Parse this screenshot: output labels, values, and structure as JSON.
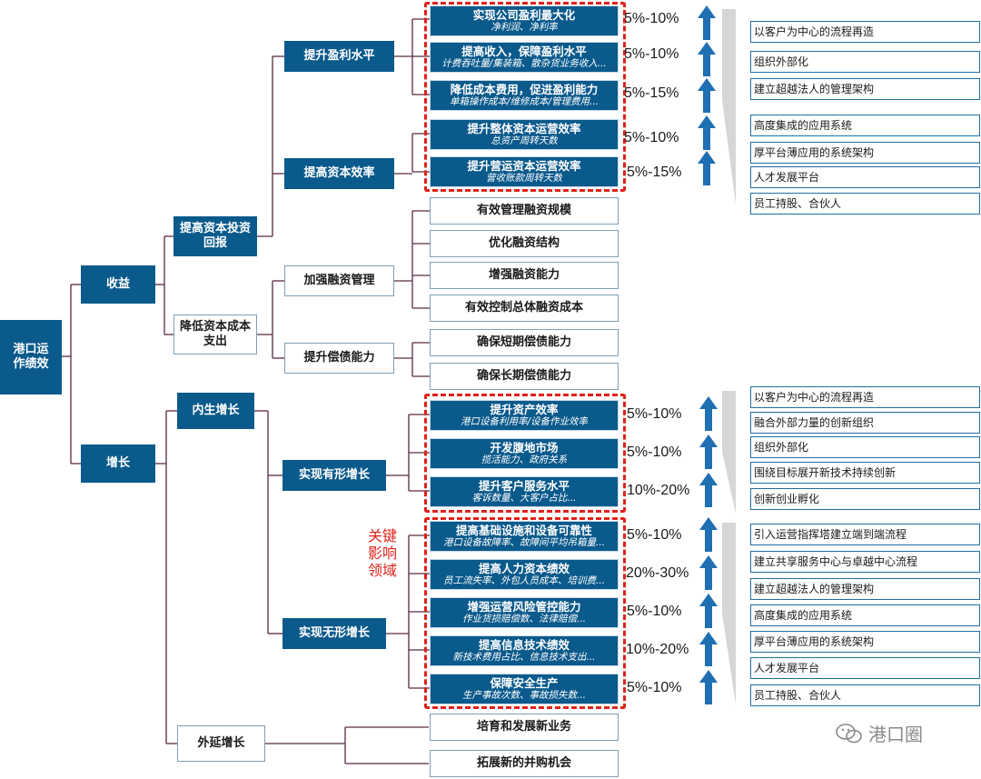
{
  "root": {
    "label": "港口运作绩效"
  },
  "level1": {
    "income": "收益",
    "growth": "增长"
  },
  "level2": {
    "roi": "提高资本投资回报",
    "cost": "降低资本成本支出",
    "organic": "内生增长",
    "external": "外延增长"
  },
  "level3": {
    "profit": "提升盈利水平",
    "capital_eff": "提高资本效率",
    "financing": "加强融资管理",
    "solvency": "提升偿债能力",
    "tangible": "实现有形增长",
    "intangible": "实现无形增长"
  },
  "kpis": [
    {
      "title": "实现公司盈利最大化",
      "sub": "净利润、净利率",
      "pct": "5%-10%"
    },
    {
      "title": "提高收入，保障盈利水平",
      "sub": "计费吞吐量/集装箱、散杂货业务收入...",
      "pct": "5%-10%"
    },
    {
      "title": "降低成本费用，促进盈利能力",
      "sub": "单箱操作成本/维修成本/管理费用...",
      "pct": "5%-15%"
    },
    {
      "title": "提升整体资本运营效率",
      "sub": "总资产周转天数",
      "pct": "5%-10%"
    },
    {
      "title": "提升营运资本运营效率",
      "sub": "营收账款周转天数",
      "pct": "5%-15%"
    },
    {
      "title": "提升资产效率",
      "sub": "港口设备利用率/设备作业效率",
      "pct": "5%-10%"
    },
    {
      "title": "开发腹地市场",
      "sub": "揽活能力、政府关系",
      "pct": "5%-10%"
    },
    {
      "title": "提升客户服务水平",
      "sub": "客诉数量、大客户占比...",
      "pct": "10%-20%"
    },
    {
      "title": "提高基础设施和设备可靠性",
      "sub": "港口设备故障率、故障间平均吊箱量...",
      "pct": "5%-10%"
    },
    {
      "title": "提高人力资本绩效",
      "sub": "员工流失率、外包人员成本、培训费...",
      "pct": "20%-30%"
    },
    {
      "title": "增强运营风险管控能力",
      "sub": "作业货损赔偿数、法律赔偿...",
      "pct": "5%-10%"
    },
    {
      "title": "提高信息技术绩效",
      "sub": "新技术费用占比、信息技术支出...",
      "pct": "10%-20%"
    },
    {
      "title": "保障安全生产",
      "sub": "生产事故次数、事故损失数...",
      "pct": "5%-10%"
    }
  ],
  "finance_items": [
    "有效管理融资规模",
    "优化融资结构",
    "增强融资能力",
    "有效控制总体融资成本"
  ],
  "solvency_items": [
    "确保短期偿债能力",
    "确保长期偿债能力"
  ],
  "external_items": [
    "培育和发展新业务",
    "拓展新的并购机会"
  ],
  "right_groups": [
    [
      "以客户为中心的流程再造",
      "组织外部化",
      "建立超越法人的管理架构",
      "高度集成的应用系统",
      "厚平台薄应用的系统架构",
      "人才发展平台",
      "员工持股、合伙人"
    ],
    [
      "以客户为中心的流程再造",
      "融合外部力量的创新组织",
      "组织外部化",
      "围绕目标展开新技术持续创新",
      "创新创业孵化"
    ],
    [
      "引入运营指挥塔建立端到端流程",
      "建立共享服务中心与卓越中心流程",
      "建立超越法人的管理架构",
      "高度集成的应用系统",
      "厚平台薄应用的系统架构",
      "人才发展平台",
      "员工持股、合伙人"
    ]
  ],
  "key_area_label": [
    "关键",
    "影响",
    "领域"
  ],
  "watermark": "港口圈",
  "colors": {
    "node": "#0b5a8c",
    "dash": "#e0221a",
    "arrow": "#1f6fb3",
    "line": "#5a1f3f",
    "bracket": "#d0d0d0"
  }
}
